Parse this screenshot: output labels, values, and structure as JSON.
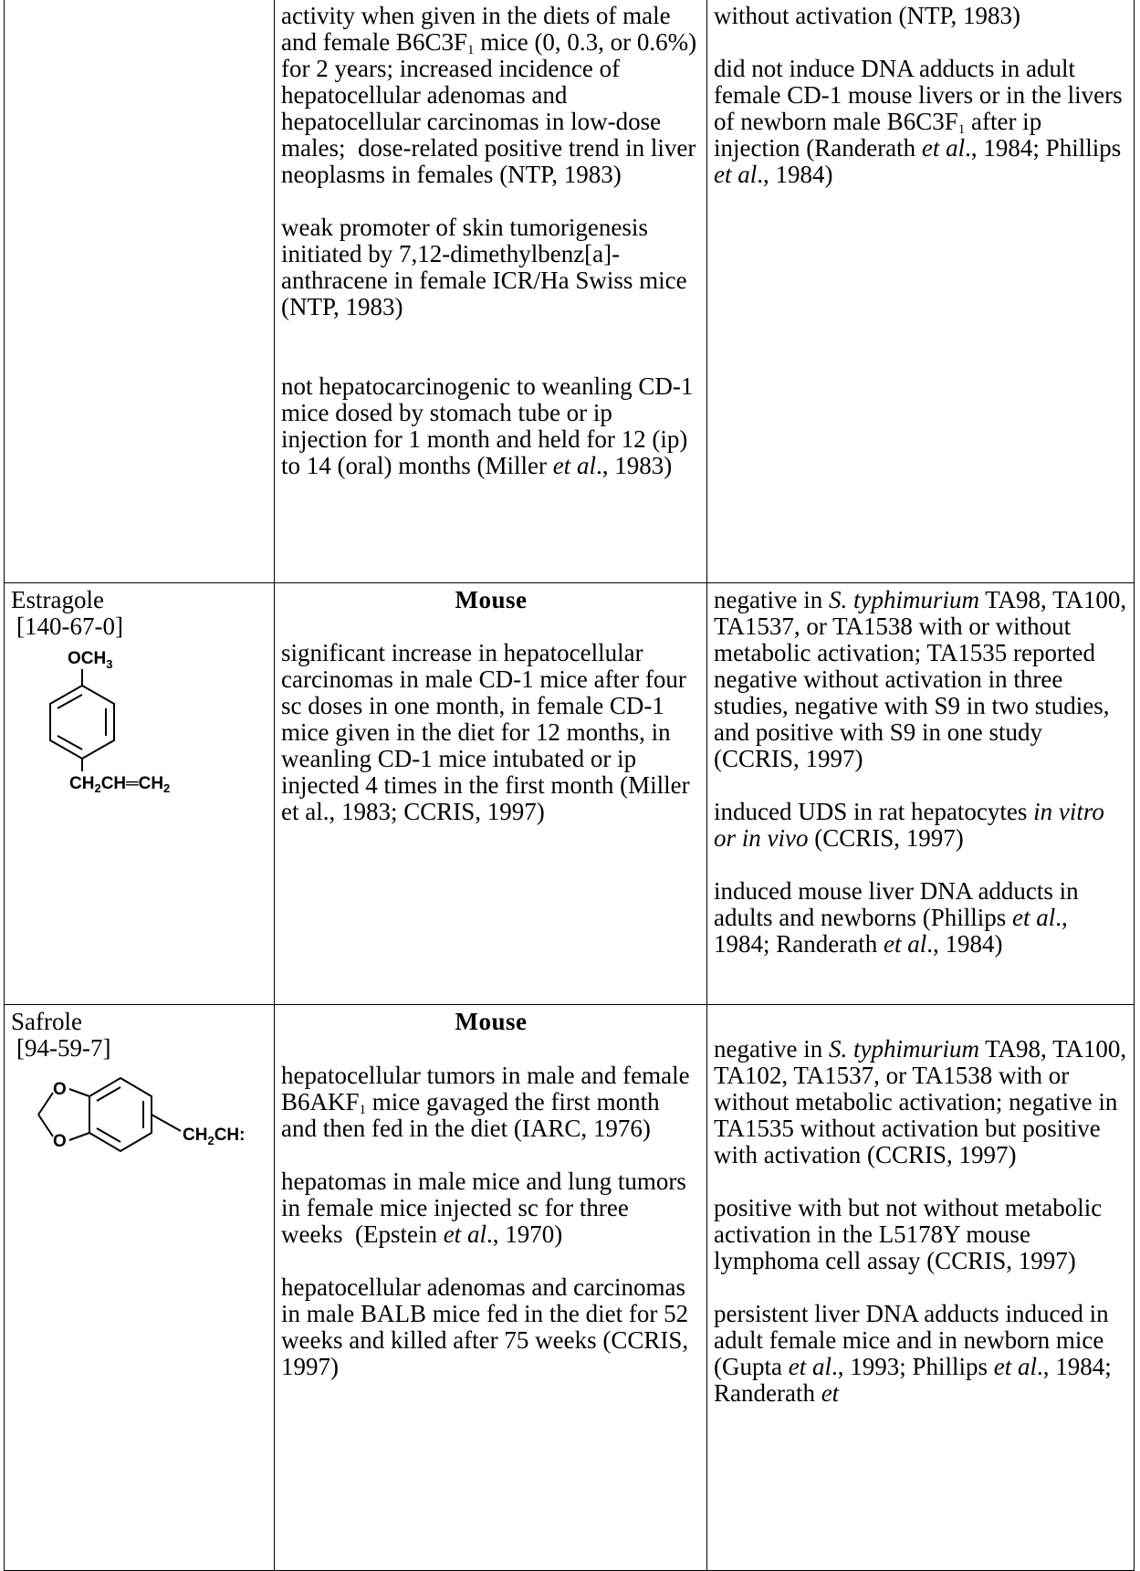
{
  "rows": [
    {
      "agent": null,
      "studies": [
        "activity when given in the diets of male and female B6C3F₁ mice (0, 0.3, or 0.6%) for 2 years; increased incidence of hepatocellular adenomas and hepatocellular carcinomas in low-dose males;  dose-related positive trend in liver neoplasms in females (NTP, 1983)",
        "weak promoter of skin tumorigenesis initiated by 7,12-dimethylbenz[a]- anthracene in female ICR/Ha Swiss mice (NTP, 1983)",
        "not hepatocarcinogenic to weanling CD-1 mice dosed by stomach tube or ip injection for 1 month and held for 12 (ip) to 14 (oral) months (Miller et al., 1983)"
      ],
      "genotoxicity": [
        "without activation (NTP, 1983)",
        "did not induce DNA adducts in adult female CD-1 mouse livers or in the livers of newborn male B6C3F₁ after ip injection (Randerath et al., 1984; Phillips et al., 1984)"
      ]
    },
    {
      "agent": {
        "name": "Estragole",
        "cas": "[140-67-0]",
        "structure_labels": {
          "top": "OCH3",
          "bottom": "CH2CH═CH2"
        }
      },
      "species": "Mouse",
      "studies": [
        "significant increase in hepatocellular carcinomas in male CD-1 mice after four sc doses in one month,  in female CD-1 mice given in the diet for 12 months, in weanling CD-1 mice intubated or ip injected 4 times in the first month (Miller et al., 1983; CCRIS, 1997)"
      ],
      "genotoxicity": [
        "negative in S. typhimurium TA98, TA100, TA1537, or TA1538 with or without metabolic activation; TA1535 reported negative without activation in three studies, negative with S9 in two studies, and positive with S9 in one study (CCRIS, 1997)",
        "induced UDS in rat hepatocytes in vitro or in vivo (CCRIS, 1997)",
        "induced mouse liver DNA adducts in adults and newborns (Phillips et al., 1984; Randerath et al., 1984)"
      ]
    },
    {
      "agent": {
        "name": "Safrole",
        "cas": "[94-59-7]",
        "structure_labels": {
          "ring_o1": "O",
          "ring_o2": "O",
          "side": "CH2CH:"
        }
      },
      "species": "Mouse",
      "studies": [
        "hepatocellular tumors in male and female B6AKF₁ mice gavaged the first month and then fed in the diet (IARC, 1976)",
        "hepatomas in male mice and lung tumors in female mice injected sc for three weeks  (Epstein et al., 1970)",
        "hepatocellular adenomas and carcinomas in male BALB mice fed in the diet  for 52 weeks and killed after 75 weeks (CCRIS, 1997)"
      ],
      "genotoxicity": [
        "negative in S. typhimurium TA98, TA100, TA102, TA1537, or TA1538 with or without metabolic activation; negative in  TA1535 without activation but positive with activation (CCRIS, 1997)",
        "positive with but not without metabolic activation in the L5178Y mouse lymphoma cell assay (CCRIS, 1997)",
        "persistent liver DNA adducts induced in adult female mice and in newborn mice (Gupta et al., 1993; Phillips et al., 1984; Randerath et"
      ]
    }
  ]
}
